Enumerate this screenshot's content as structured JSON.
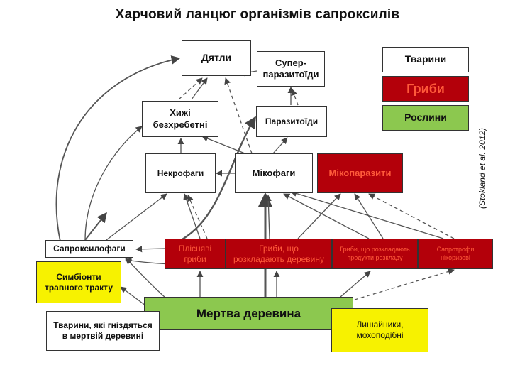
{
  "title": "Харчовий ланцюг організмів сапроксилів",
  "credit": "(Stokland et al. 2012)",
  "legend": {
    "animals": "Тварини",
    "fungi": "Гриби",
    "plants": "Рослини"
  },
  "nodes": {
    "woodpeckers": "Дятли",
    "hyperparasitoids": "Супер-\nпаразитоїди",
    "predatory_invertebrates": "Хижі\nбезхребетні",
    "parasitoids": "Паразитоїди",
    "necrophages": "Некрофаги",
    "mycophages": "Мікофаги",
    "mycoparasites": "Мікопаразити",
    "saproxylophages": "Сапроксилофаги",
    "mould_fungi": "Плісняві\nгриби",
    "wood_decay_fungi": "Гриби, що\nрозкладають деревину",
    "decay_product_fungi": "Гриби, що розкладають\nпродукти розкладу",
    "mycorrhizal_saprotrophs": "Сапротрофи\nнікоризові",
    "gut_symbionts": "Симбіонти\nтравного тракту",
    "dead_wood": "Мертва деревина",
    "cavity_animals": "Тварини, які гніздяться\nв мертвій деревині",
    "lichens_bryophytes": "Лишайники,\nмохоподібні"
  },
  "colors": {
    "animals": "#ffffff",
    "fungi": "#b3000a",
    "plants": "#8cc84f",
    "symbionts_lichens": "#f7f200",
    "arrow": "#444444"
  }
}
